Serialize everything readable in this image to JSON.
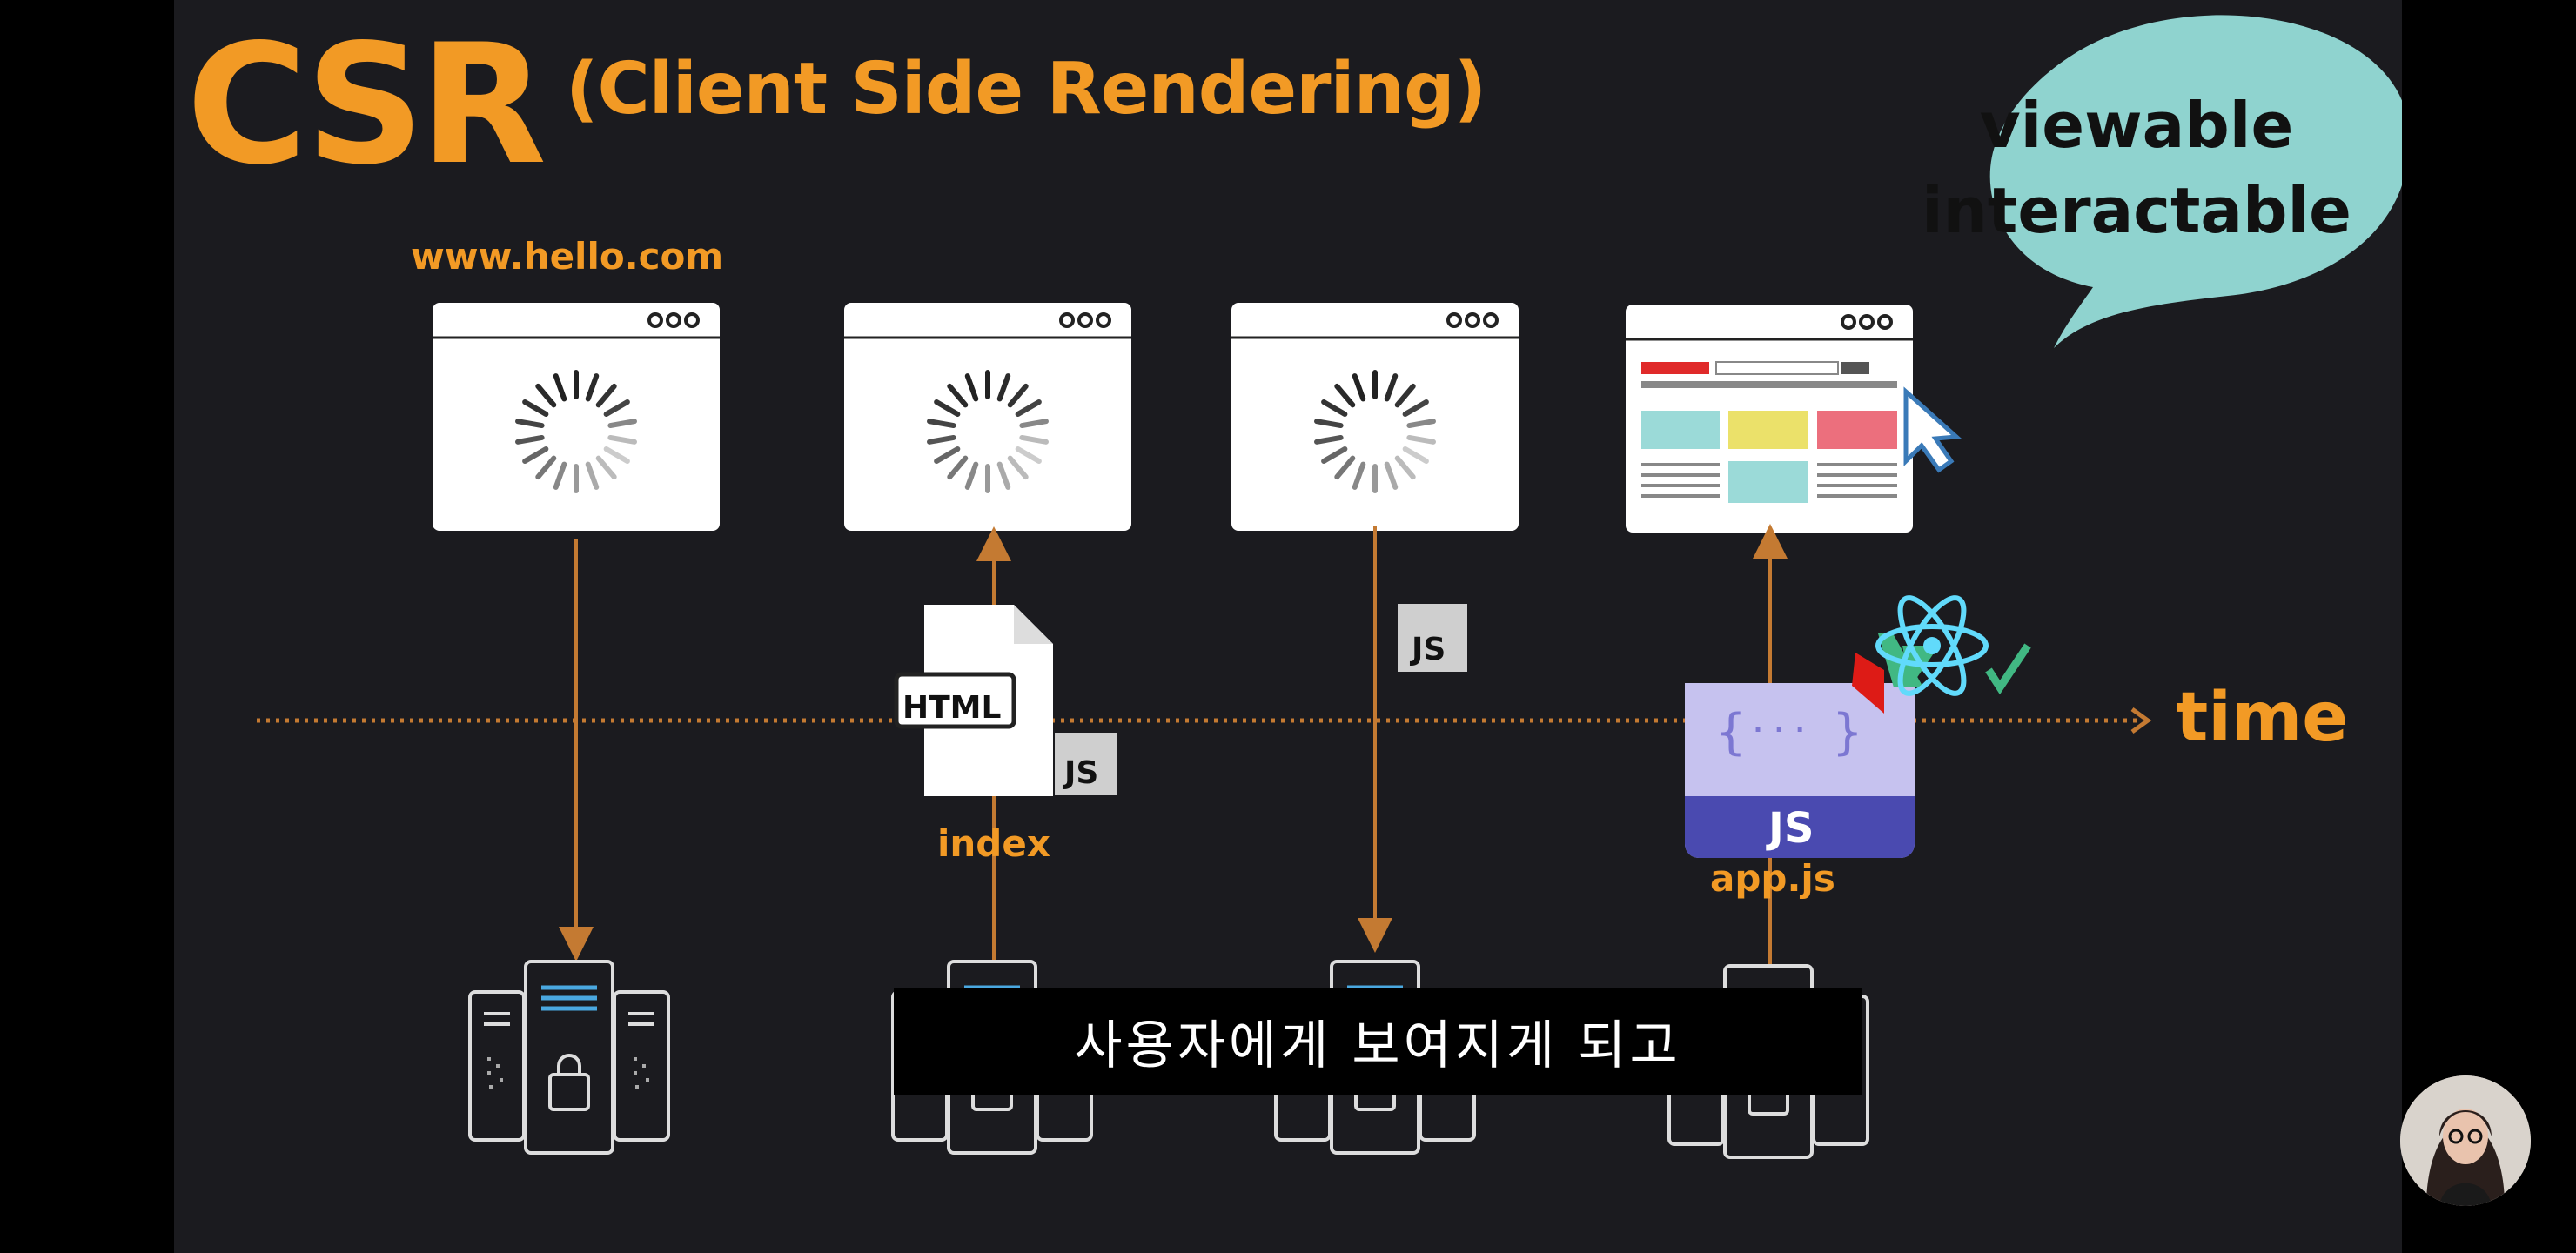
{
  "slide": {
    "title": "CSR",
    "subtitle": "(Client Side Rendering)",
    "site_url": "www.hello.com",
    "axis_label": "time",
    "bubble": {
      "line1": "viewable",
      "line2": "interactable"
    },
    "files": {
      "html_badge": "HTML",
      "js_badge": "JS",
      "index_label": "index",
      "app_label": "app.js"
    }
  },
  "caption": "사용자에게 보여지게 되고",
  "colors": {
    "accent": "#f29a25",
    "bubble": "#8fd3cf",
    "react": "#61dafb",
    "vue": "#41b883",
    "angular": "#dd1b16",
    "js_file": "#4a4ab0"
  }
}
